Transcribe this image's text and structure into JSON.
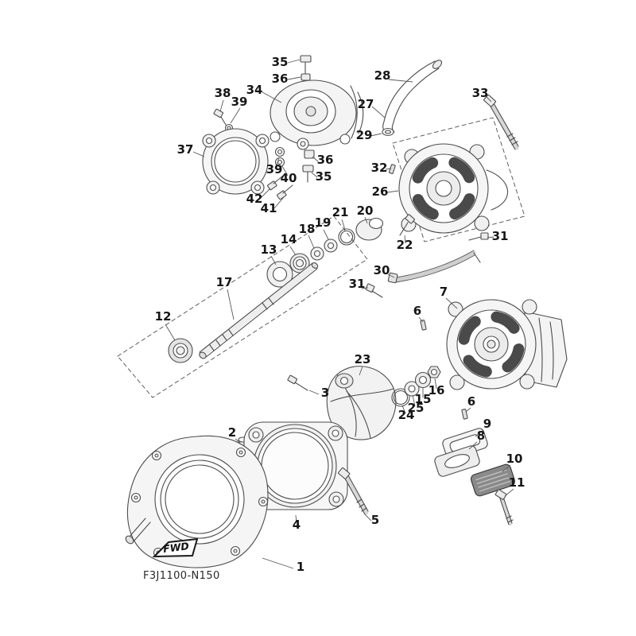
{
  "diagram": {
    "code": "F3J1100-N150",
    "fwd_label": "FWD",
    "colors": {
      "background": "#ffffff",
      "line": "#4d4d4d",
      "dark_fill": "#4a4a4a"
    },
    "callouts": [
      {
        "label": "35"
      },
      {
        "label": "36"
      },
      {
        "label": "28"
      },
      {
        "label": "34"
      },
      {
        "label": "33"
      },
      {
        "label": "38"
      },
      {
        "label": "39"
      },
      {
        "label": "27"
      },
      {
        "label": "29"
      },
      {
        "label": "37"
      },
      {
        "label": "36"
      },
      {
        "label": "32"
      },
      {
        "label": "39"
      },
      {
        "label": "35"
      },
      {
        "label": "40"
      },
      {
        "label": "26"
      },
      {
        "label": "42"
      },
      {
        "label": "41"
      },
      {
        "label": "20"
      },
      {
        "label": "21"
      },
      {
        "label": "19"
      },
      {
        "label": "18"
      },
      {
        "label": "31"
      },
      {
        "label": "14"
      },
      {
        "label": "22"
      },
      {
        "label": "13"
      },
      {
        "label": "30"
      },
      {
        "label": "17"
      },
      {
        "label": "31"
      },
      {
        "label": "7"
      },
      {
        "label": "6"
      },
      {
        "label": "12"
      },
      {
        "label": "23"
      },
      {
        "label": "16"
      },
      {
        "label": "3"
      },
      {
        "label": "15"
      },
      {
        "label": "6"
      },
      {
        "label": "25"
      },
      {
        "label": "24"
      },
      {
        "label": "9"
      },
      {
        "label": "8"
      },
      {
        "label": "2"
      },
      {
        "label": "10"
      },
      {
        "label": "11"
      },
      {
        "label": "4"
      },
      {
        "label": "5"
      },
      {
        "label": "1"
      }
    ]
  }
}
